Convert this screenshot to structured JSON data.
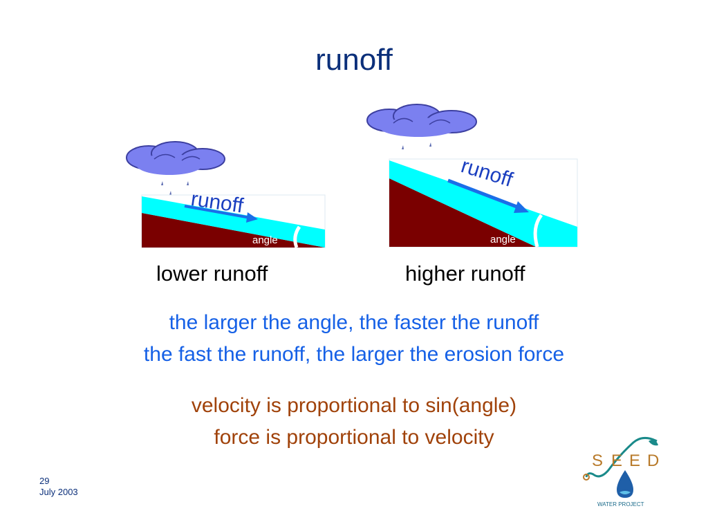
{
  "slide": {
    "title": "runoff"
  },
  "diagram_left": {
    "runoff_label": "runoff",
    "angle_label": "angle",
    "caption": "lower runoff"
  },
  "diagram_right": {
    "runoff_label": "runoff",
    "angle_label": "angle",
    "caption": "higher runoff"
  },
  "statements": {
    "line1": "the larger the angle, the faster the runoff",
    "line2": "the fast the runoff, the larger the erosion force",
    "line3": "velocity is proportional to sin(angle)",
    "line4": "force is proportional to velocity"
  },
  "footer": {
    "page_number": "29",
    "date": "July 2003"
  },
  "logo": {
    "letters": [
      "S",
      "E",
      "E",
      "D"
    ],
    "subtitle": "WATER PROJECT"
  },
  "colors": {
    "title": "#0b2f7a",
    "water": "#00ffff",
    "ground": "#7a0000",
    "runoff_arrow": "#1b6ee8",
    "cloud": "#7b80f0",
    "statement_blue": "#1560e6",
    "statement_brown": "#a0420a",
    "logo_teal": "#1a8a8a",
    "logo_drop": "#1f5fa8"
  }
}
